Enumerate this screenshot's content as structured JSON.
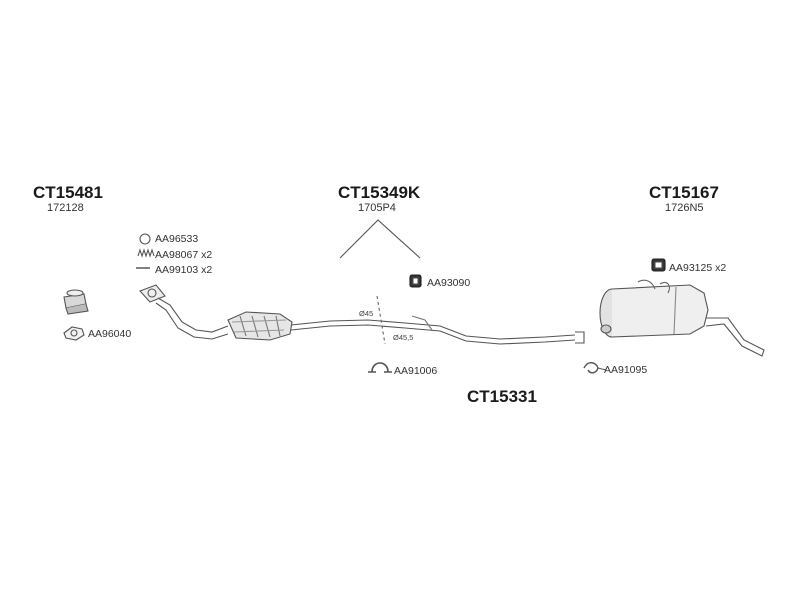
{
  "groups": {
    "left": {
      "code": "CT15481",
      "ref": "172128"
    },
    "center": {
      "code": "CT15349K",
      "ref": "1705P4"
    },
    "right": {
      "code": "CT15167",
      "ref": "1726N5"
    },
    "bottom": {
      "code": "CT15331"
    }
  },
  "parts": {
    "ring": "AA96533",
    "spring": "AA98067 x2",
    "bolt": "AA99103 x2",
    "gasket": "AA96040",
    "mount_top": "AA93090",
    "clamp": "AA91006",
    "hanger": "AA91095",
    "mount_right": "AA93125 x2"
  },
  "dimensions": {
    "d1": "Ø45",
    "d2": "Ø45,5"
  }
}
